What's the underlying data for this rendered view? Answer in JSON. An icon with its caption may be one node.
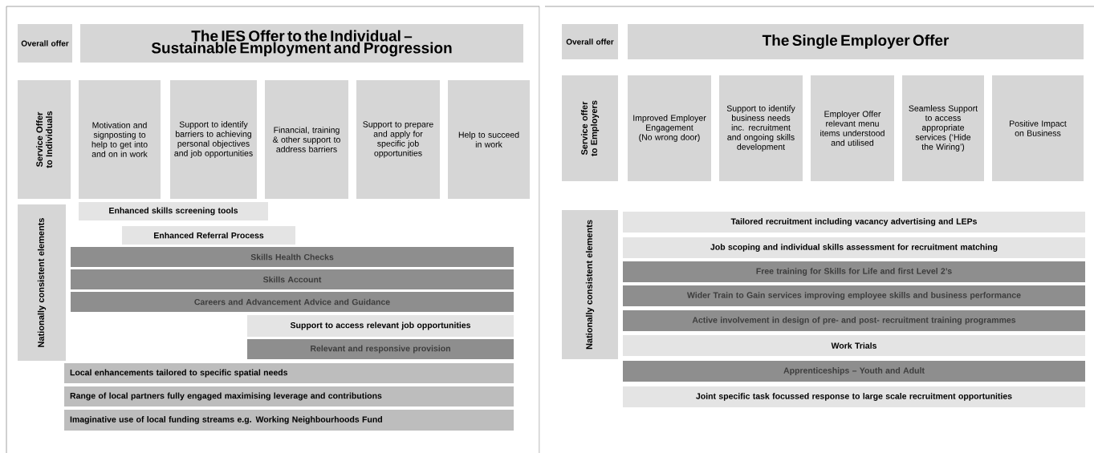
{
  "diagram": {
    "nodes": [
      {
        "text": [
          "Overall offer"
        ]
      },
      {
        "text": [
          "The IES Offer to the Individual – Sustainable Employment and Progression"
        ]
      },
      {
        "text": [
          "Service Offer to Individuals"
        ]
      },
      {
        "text": [
          "Motivation and signposting to help to get into and on in work"
        ]
      },
      {
        "text": [
          "Support to identify barriers to achieving personal objectives and job opportunities"
        ]
      },
      {
        "text": [
          "Financial, training & other support to address barriers"
        ]
      },
      {
        "text": [
          "Support to prepare and apply for specific job opportunities"
        ]
      },
      {
        "text": [
          "Help to succeed in work"
        ]
      },
      {
        "text": [
          "Nationally consistent elements"
        ]
      },
      {
        "text": [
          "Enhanced skills screening tools"
        ]
      },
      {
        "text": [
          "Enhanced Referral Process"
        ]
      },
      {
        "text": [
          "Skills Health Checks"
        ]
      },
      {
        "text": [
          "Skills Account"
        ]
      },
      {
        "text": [
          "Careers and Advancement Advice and Guidance"
        ]
      },
      {
        "text": [
          "Support to access relevant job opportunities"
        ]
      },
      {
        "text": [
          "Relevant and responsive provision"
        ]
      },
      {
        "text": [
          "Local enhancements tailored to specific spatial needs"
        ]
      },
      {
        "text": [
          "Range of local partners fully engaged maximising leverage and contributions"
        ]
      },
      {
        "text": [
          "Imaginative use of local funding streams e.g. Working Neighbourhoods Fund"
        ]
      },
      {
        "text": [
          "Overall offer"
        ]
      },
      {
        "text": [
          "The Single Employer Offer"
        ]
      },
      {
        "text": [
          "Service offer to Employers"
        ]
      },
      {
        "text": [
          "Improved Employer Engagement (No wrong door)"
        ]
      },
      {
        "text": [
          "Support to identify business needs inc. recruitment and ongoing skills development"
        ]
      },
      {
        "text": [
          "Employer Offer relevant menu items understood and utilised"
        ]
      },
      {
        "text": [
          "Seamless Support to access appropriate services (‘Hide the Wiring’)"
        ]
      },
      {
        "text": [
          "Positive Impact on Business"
        ]
      },
      {
        "text": [
          "Nationally consistent elements"
        ]
      },
      {
        "text": [
          "Tailored recruitment including vacancy advertising and LEPs"
        ]
      },
      {
        "text": [
          "Job scoping and individual skills assessment for recruitment matching"
        ]
      },
      {
        "text": [
          "Free training for Skills for Life and first Level 2’s"
        ]
      },
      {
        "text": [
          "Wider Train to Gain services improving employee skills and business performance"
        ]
      },
      {
        "text": [
          "Active involvement in design of pre- and post- recruitment training programmes"
        ]
      },
      {
        "text": [
          "Work Trials"
        ]
      },
      {
        "text": [
          "Apprenticeships – Youth and Adult"
        ]
      },
      {
        "text": [
          "Joint specific task focussed response to large scale recruitment opportunities"
        ]
      }
    ]
  }
}
